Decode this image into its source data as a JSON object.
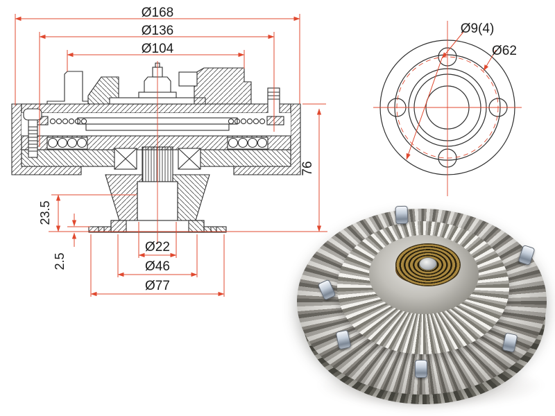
{
  "drawing": {
    "accent_color": "#e0492f",
    "line_color": "#2e2e2e",
    "section_view": {
      "dims": {
        "outer_diameter": "Ø168",
        "middle_diameter": "Ø136",
        "inner_diameter": "Ø104",
        "overall_height": "76",
        "hub_height": "23.5",
        "flange_plate_thickness": "2.5",
        "bore_diameter": "Ø22",
        "pilot_diameter": "Ø46",
        "flange_diameter": "Ø77"
      }
    },
    "front_view": {
      "dims": {
        "bolt_hole_diameter": "Ø9(4)",
        "bolt_circle_diameter": "Ø62"
      }
    }
  },
  "photo": {
    "part_colors": {
      "body_silver": "#b5b3ae",
      "coil_bronze": "#a8873f"
    }
  }
}
